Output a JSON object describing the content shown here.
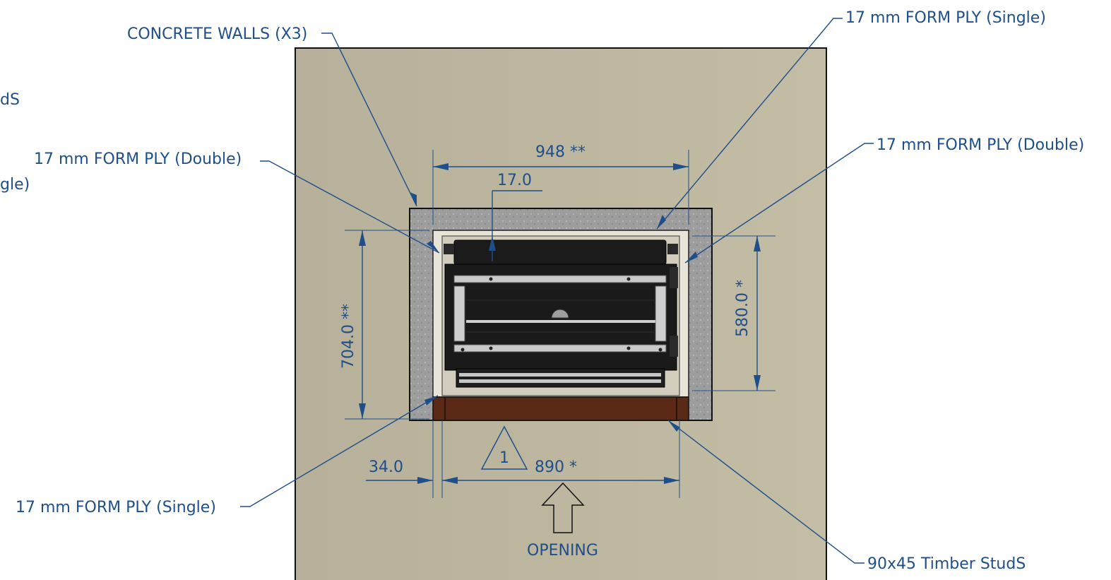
{
  "labels": {
    "concrete_walls": "CONCRETE WALLS (X3)",
    "ply_single_top": "17 mm FORM PLY (Single)",
    "ply_double_left": "17 mm FORM PLY (Double)",
    "ply_double_right": "17 mm FORM PLY (Double)",
    "ply_single_bottom": "17 mm FORM PLY (Single)",
    "timber_studs": "90x45 Timber StudS",
    "opening": "OPENING",
    "clipped_left_1": "dS",
    "clipped_left_2": "gle)"
  },
  "dimensions": {
    "width_overall": "948 **",
    "ply_thickness": "17.0",
    "height_overall": "704.0 **",
    "height_inner": "580.0 *",
    "bottom_offset": "34.0",
    "width_inner": "890 *"
  },
  "revision_marker": "1",
  "colors": {
    "annotation": "#1f4f8a",
    "background_wall": "#bcb59c",
    "concrete": "#9a9a9a",
    "timber": "#5a2a16",
    "unit_dark": "#1a1a1a",
    "metal_rail": "#c8c8c8"
  }
}
